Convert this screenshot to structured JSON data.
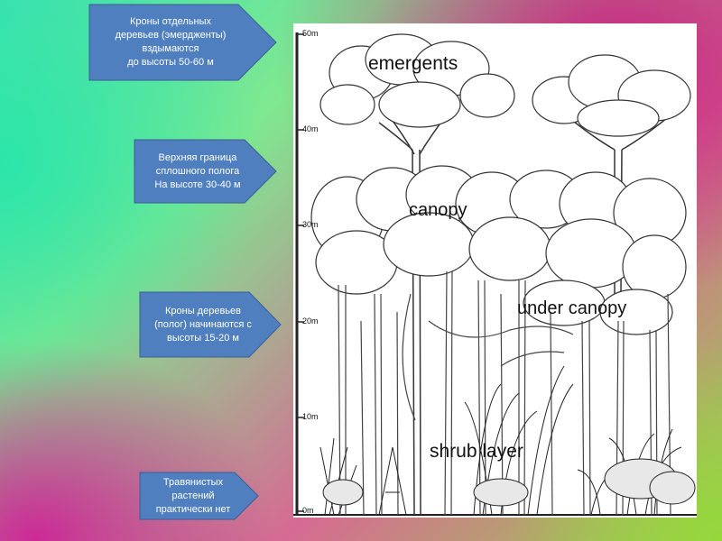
{
  "callouts": [
    {
      "id": "emergents",
      "text": "Кроны отдельных\nдеревьев  (эмердженты)\nвздымаются\nдо высоты 50-60 м"
    },
    {
      "id": "canopy-top",
      "text": "Верхняя граница\nсплошного полога\nНа высоте 30-40 м"
    },
    {
      "id": "canopy-start",
      "text": "Кроны деревьев\n(полог) начинаются с\nвысоты 15-20 м"
    },
    {
      "id": "herbs",
      "text": "Травянистых\nрастений\nпрактически нет"
    }
  ],
  "diagram": {
    "labels": {
      "emergents": "emergents",
      "canopy": "canopy",
      "under_canopy": "under canopy",
      "shrub_layer": "shrub layer"
    },
    "axis_ticks": [
      {
        "value": 50,
        "label": "50m"
      },
      {
        "value": 40,
        "label": "40m"
      },
      {
        "value": 30,
        "label": "30m"
      },
      {
        "value": 20,
        "label": "20m"
      },
      {
        "value": 10,
        "label": "10m"
      },
      {
        "value": 0,
        "label": "0m"
      }
    ]
  },
  "colors": {
    "callout_fill": "#4f7fbf",
    "callout_stroke": "#3a5f94",
    "diagram_ink": "#222222"
  }
}
